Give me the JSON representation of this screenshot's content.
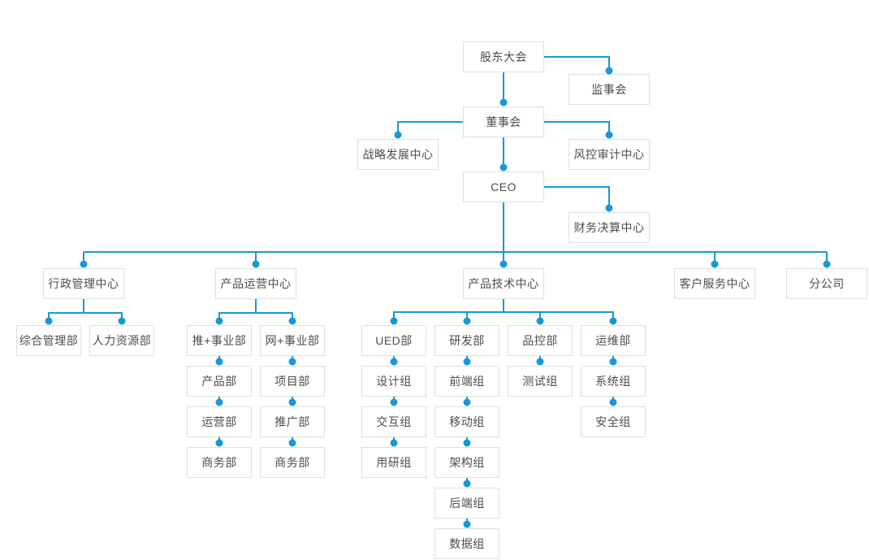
{
  "colors": {
    "line": "#1699d6",
    "node_border": "#dfdfdf",
    "node_bg": "#ffffff",
    "text": "#4d4d4d",
    "page_bg": "#ffffff"
  },
  "nodes": {
    "shareholders_meeting": {
      "label": "股东大会"
    },
    "supervisory_board": {
      "label": "监事会"
    },
    "board_of_directors": {
      "label": "董事会"
    },
    "strategic_development_center": {
      "label": "战略发展中心"
    },
    "risk_audit_center": {
      "label": "风控审计中心"
    },
    "ceo": {
      "label": "CEO"
    },
    "financial_settlement_center": {
      "label": "财务决算中心"
    },
    "admin_management_center": {
      "label": "行政管理中心"
    },
    "product_operation_center": {
      "label": "产品运营中心"
    },
    "product_technology_center": {
      "label": "产品技术中心"
    },
    "customer_service_center": {
      "label": "客户服务中心"
    },
    "branch_company": {
      "label": "分公司"
    },
    "general_management_dept": {
      "label": "综合管理部"
    },
    "human_resources_dept": {
      "label": "人力资源部"
    },
    "tui_business_dept": {
      "label": "推+事业部"
    },
    "wang_business_dept": {
      "label": "网+事业部"
    },
    "product_dept": {
      "label": "产品部"
    },
    "operation_dept": {
      "label": "运营部"
    },
    "business_dept_tui": {
      "label": "商务部"
    },
    "project_dept": {
      "label": "项目部"
    },
    "promotion_dept": {
      "label": "推广部"
    },
    "business_dept_wang": {
      "label": "商务部"
    },
    "ued_dept": {
      "label": "UED部"
    },
    "rd_dept": {
      "label": "研发部"
    },
    "qc_dept": {
      "label": "品控部"
    },
    "ops_dept": {
      "label": "运维部"
    },
    "design_group": {
      "label": "设计组"
    },
    "interaction_group": {
      "label": "交互组"
    },
    "user_research_group": {
      "label": "用研组"
    },
    "frontend_group": {
      "label": "前端组"
    },
    "mobile_group": {
      "label": "移动组"
    },
    "architecture_group": {
      "label": "架构组"
    },
    "backend_group": {
      "label": "后端组"
    },
    "data_group": {
      "label": "数据组"
    },
    "testing_group": {
      "label": "测试组"
    },
    "system_group": {
      "label": "系统组"
    },
    "security_group": {
      "label": "安全组"
    }
  },
  "hierarchy": [
    [
      "shareholders_meeting",
      "supervisory_board"
    ],
    [
      "shareholders_meeting",
      "board_of_directors"
    ],
    [
      "board_of_directors",
      "strategic_development_center"
    ],
    [
      "board_of_directors",
      "risk_audit_center"
    ],
    [
      "board_of_directors",
      "ceo"
    ],
    [
      "ceo",
      "financial_settlement_center"
    ],
    [
      "ceo",
      "admin_management_center"
    ],
    [
      "ceo",
      "product_operation_center"
    ],
    [
      "ceo",
      "product_technology_center"
    ],
    [
      "ceo",
      "customer_service_center"
    ],
    [
      "ceo",
      "branch_company"
    ],
    [
      "admin_management_center",
      "general_management_dept"
    ],
    [
      "admin_management_center",
      "human_resources_dept"
    ],
    [
      "product_operation_center",
      "tui_business_dept"
    ],
    [
      "product_operation_center",
      "wang_business_dept"
    ],
    [
      "tui_business_dept",
      "product_dept"
    ],
    [
      "product_dept",
      "operation_dept"
    ],
    [
      "operation_dept",
      "business_dept_tui"
    ],
    [
      "wang_business_dept",
      "project_dept"
    ],
    [
      "project_dept",
      "promotion_dept"
    ],
    [
      "promotion_dept",
      "business_dept_wang"
    ],
    [
      "product_technology_center",
      "ued_dept"
    ],
    [
      "product_technology_center",
      "rd_dept"
    ],
    [
      "product_technology_center",
      "qc_dept"
    ],
    [
      "product_technology_center",
      "ops_dept"
    ],
    [
      "ued_dept",
      "design_group"
    ],
    [
      "design_group",
      "interaction_group"
    ],
    [
      "interaction_group",
      "user_research_group"
    ],
    [
      "rd_dept",
      "frontend_group"
    ],
    [
      "frontend_group",
      "mobile_group"
    ],
    [
      "mobile_group",
      "architecture_group"
    ],
    [
      "architecture_group",
      "backend_group"
    ],
    [
      "backend_group",
      "data_group"
    ],
    [
      "qc_dept",
      "testing_group"
    ],
    [
      "ops_dept",
      "system_group"
    ],
    [
      "system_group",
      "security_group"
    ]
  ]
}
